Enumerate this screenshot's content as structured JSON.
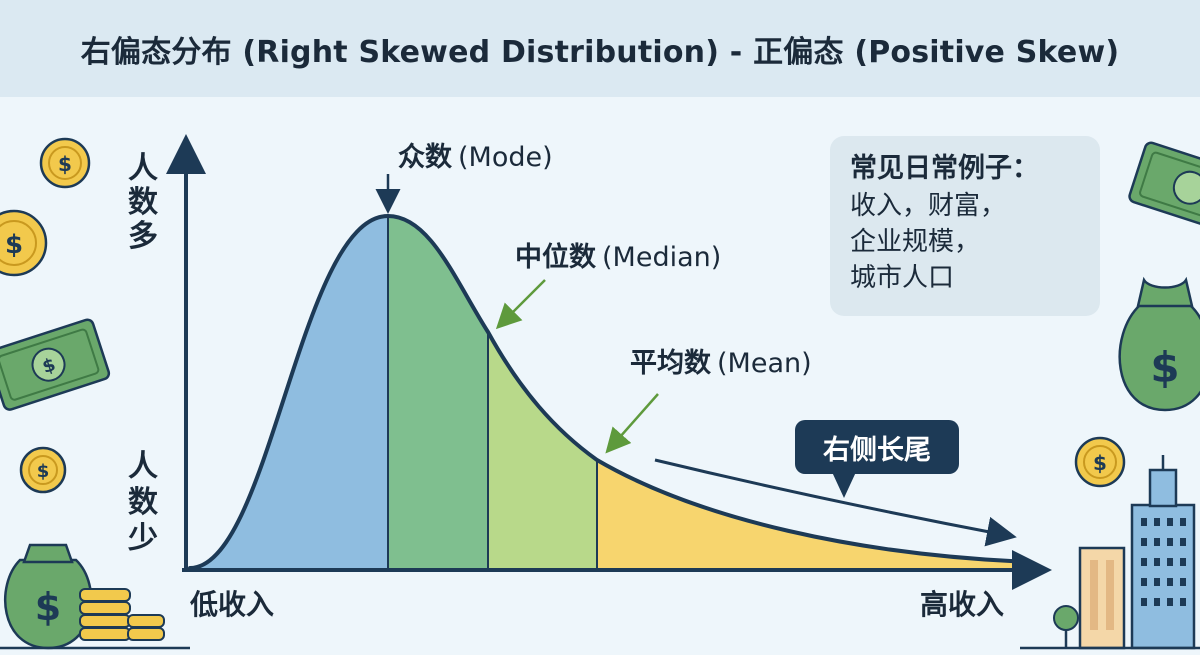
{
  "header": {
    "title": "右偏态分布 (Right Skewed Distribution) - 正偏态 (Positive Skew)"
  },
  "axes": {
    "y_top_label": [
      "人",
      "数",
      "多"
    ],
    "y_bottom_label": [
      "人",
      "数",
      "少"
    ],
    "x_left_label": "低收入",
    "x_right_label": "高收入"
  },
  "annotations": {
    "mode": {
      "zh": "众数",
      "en": "(Mode)"
    },
    "median": {
      "zh": "中位数",
      "en": "(Median)"
    },
    "mean": {
      "zh": "平均数",
      "en": "(Mean)"
    },
    "tail": "右侧长尾"
  },
  "examples": {
    "heading": "常见日常例子：",
    "lines": [
      "收入，财富，",
      "企业规模，",
      "城市人口"
    ]
  },
  "colors": {
    "region_mode": "#8fbde0",
    "region_median": "#7fbf8f",
    "region_mean": "#b8d98a",
    "region_tail": "#f7d56e",
    "curve": "#1d3a56",
    "arrow_green": "#5e9a3c",
    "axis": "#1d3a56"
  },
  "icons": [
    "coin-icon",
    "money-bag-icon",
    "banknote-icon",
    "coin-stack-icon",
    "office-building-icon",
    "tree-icon"
  ]
}
